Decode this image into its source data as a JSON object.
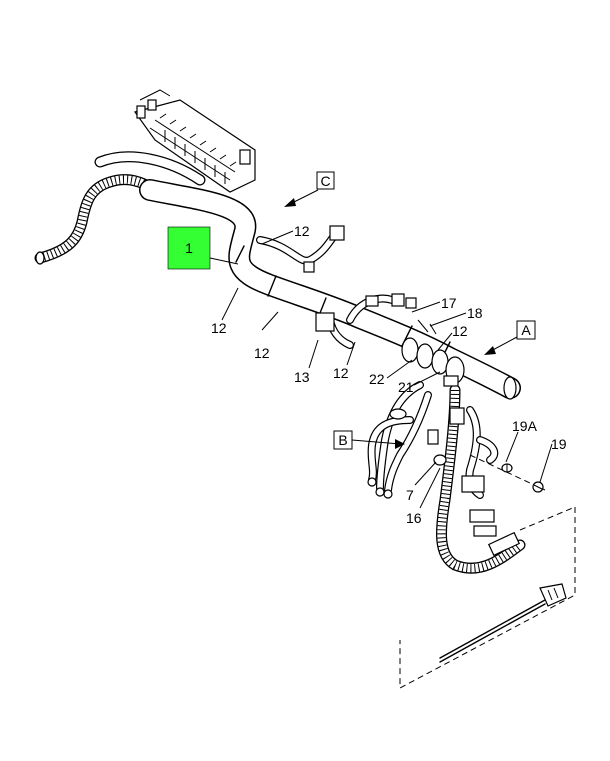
{
  "highlight_color": "#33ff33",
  "highlighted_callout": {
    "label": "1"
  },
  "view_labels": [
    {
      "id": "A",
      "label": "A"
    },
    {
      "id": "B",
      "label": "B"
    },
    {
      "id": "C",
      "label": "C"
    }
  ],
  "callouts": [
    {
      "id": "c12-top",
      "label": "12"
    },
    {
      "id": "c12-left",
      "label": "12"
    },
    {
      "id": "c12-mid",
      "label": "12"
    },
    {
      "id": "c13",
      "label": "13"
    },
    {
      "id": "c12-lower",
      "label": "12"
    },
    {
      "id": "c17",
      "label": "17"
    },
    {
      "id": "c18",
      "label": "18"
    },
    {
      "id": "c12-right",
      "label": "12"
    },
    {
      "id": "c22",
      "label": "22"
    },
    {
      "id": "c21",
      "label": "21"
    },
    {
      "id": "c19a",
      "label": "19A"
    },
    {
      "id": "c19",
      "label": "19"
    },
    {
      "id": "c7",
      "label": "7"
    },
    {
      "id": "c16",
      "label": "16"
    }
  ]
}
